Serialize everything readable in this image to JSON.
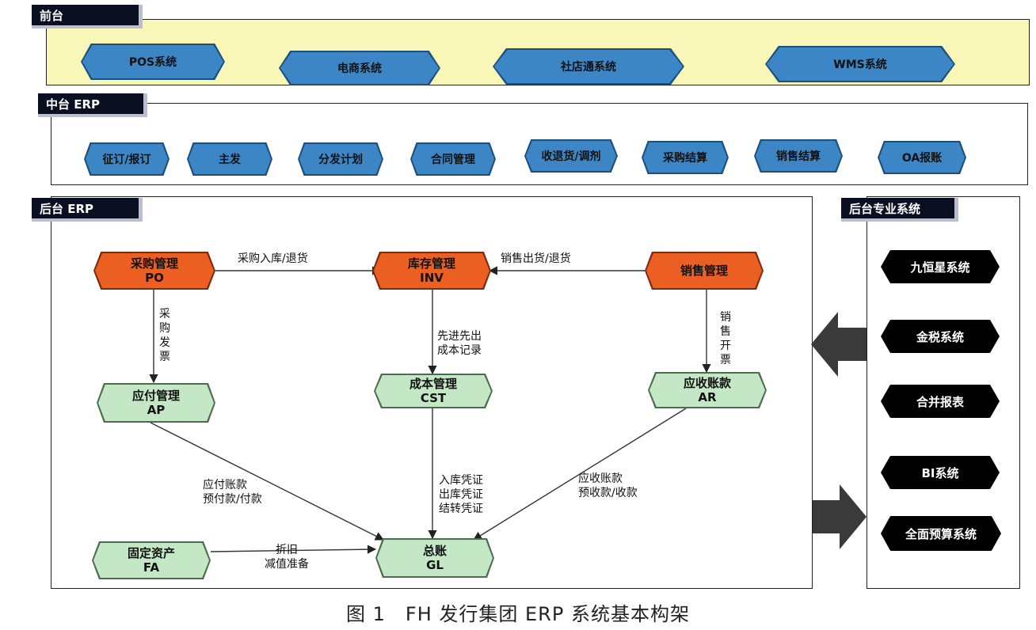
{
  "frontend": {
    "tag": "前台",
    "systems": [
      "POS系统",
      "电商系统",
      "社店通系统",
      "WMS系统"
    ]
  },
  "middle": {
    "tag": "中台 ERP",
    "modules": [
      "征订/报订",
      "主发",
      "分发计划",
      "合同管理",
      "收退货/调剂",
      "采购结算",
      "销售结算",
      "OA报账"
    ]
  },
  "backend": {
    "tag": "后台 ERP",
    "nodes": {
      "po": {
        "name": "采购管理",
        "code": "PO"
      },
      "inv": {
        "name": "库存管理",
        "code": "INV"
      },
      "sales": {
        "name": "销售管理"
      },
      "ap": {
        "name": "应付管理",
        "code": "AP"
      },
      "cst": {
        "name": "成本管理",
        "code": "CST"
      },
      "ar": {
        "name": "应收账款",
        "code": "AR"
      },
      "fa": {
        "name": "固定资产",
        "code": "FA"
      },
      "gl": {
        "name": "总账",
        "code": "GL"
      }
    },
    "edges": {
      "po_inv": "采购入库/退货",
      "sales_inv": "销售出货/退货",
      "po_ap": "采购发票",
      "inv_cst": [
        "先进先出",
        "成本记录"
      ],
      "sales_ar": "销售开票",
      "ap_gl": [
        "应付账款",
        "预付款/付款"
      ],
      "cst_gl": [
        "入库凭证",
        "出库凭证",
        "结转凭证"
      ],
      "ar_gl": [
        "应收账款",
        "预收款/收款"
      ],
      "fa_gl": [
        "折旧",
        "减值准备"
      ]
    }
  },
  "specialized": {
    "tag": "后台专业系统",
    "systems": [
      "九恒星系统",
      "金税系统",
      "合并报表",
      "BI系统",
      "全面预算系统"
    ]
  },
  "caption": "图 1　FH 发行集团 ERP 系统基本构架",
  "colors": {
    "frontend_bg": "#f8f7b8",
    "blue_node": "#3d86c6",
    "orange_node": "#ec5f22",
    "green_node": "#c4e8c6",
    "dark_tag": "#0a1022"
  }
}
